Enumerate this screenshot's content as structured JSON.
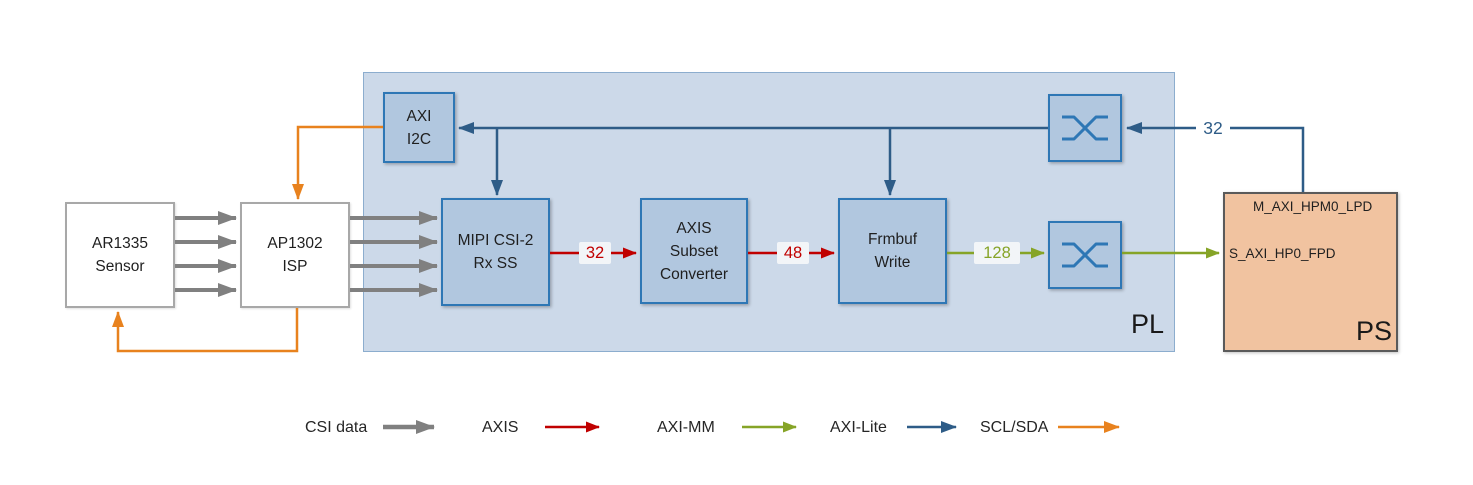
{
  "colors": {
    "csi_gray": "#808080",
    "axis_red": "#c00000",
    "axi_mm_green": "#86a427",
    "axi_lite_navy": "#2e5c87",
    "scl_sda_orange": "#e8821e",
    "pl_fill": "#ccd9e9",
    "ip_block_fill": "#b1c7df",
    "ip_block_border": "#2e77b5",
    "ps_fill": "#f1c3a0"
  },
  "blocks": {
    "ar1335": "AR1335\nSensor",
    "ap1302": "AP1302\nISP",
    "axi_i2c": "AXI\nI2C",
    "mipi_csi2": "MIPI CSI-2\nRx SS",
    "axis_subset": "AXIS\nSubset\nConverter",
    "frmbuf": "Frmbuf\nWrite"
  },
  "regions": {
    "pl": "PL",
    "ps": "PS"
  },
  "ports": {
    "m_axi_hpm0_lpd": "M_AXI_HPM0_LPD",
    "s_axi_hp0_fpd": "S_AXI_HP0_FPD"
  },
  "bus_widths": {
    "csi_to_subset": "32",
    "subset_to_frmbuf": "48",
    "frmbuf_to_ps": "128",
    "ps_to_axi_lite": "32"
  },
  "legend": {
    "items": [
      {
        "label": "CSI data",
        "color": "#808080"
      },
      {
        "label": "AXIS",
        "color": "#c00000"
      },
      {
        "label": "AXI-MM",
        "color": "#86a427"
      },
      {
        "label": "AXI-Lite",
        "color": "#2e5c87"
      },
      {
        "label": "SCL/SDA",
        "color": "#e8821e"
      }
    ]
  }
}
